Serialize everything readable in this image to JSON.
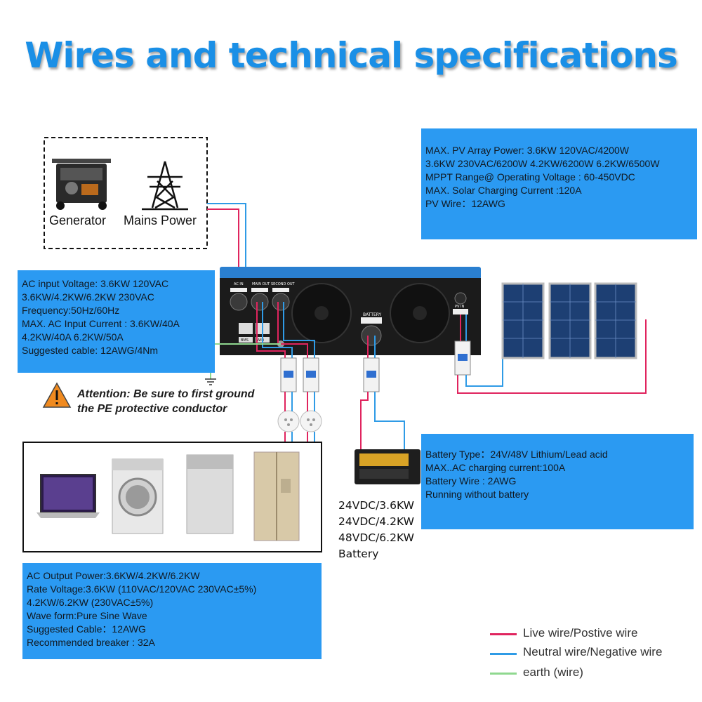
{
  "title": "Wires and technical specifications",
  "sources": {
    "generator_label": "Generator",
    "mains_label": "Mains Power"
  },
  "pv_spec": {
    "lines": [
      "MAX. PV Array Power: 3.6KW 120VAC/4200W",
      "3.6KW 230VAC/6200W 4.2KW/6200W 6.2KW/6500W",
      "MPPT Range@ Operating Voltage  : 60-450VDC",
      "MAX. Solar Charging Current :120A",
      "PV Wire：12AWG"
    ]
  },
  "ac_input_spec": {
    "lines": [
      "AC input Voltage: 3.6KW 120VAC",
      "3.6KW/4.2KW/6.2KW  230VAC",
      "Frequency:50Hz/60Hz",
      "MAX. AC Input Current : 3.6KW/40A",
      "4.2KW/40A  6.2KW/50A",
      "Suggested cable: 12AWG/4Nm"
    ]
  },
  "attention": {
    "line1": "Attention: Be sure to first ground",
    "line2": "the PE protective conductor"
  },
  "battery_spec": {
    "lines": [
      "Battery Type：24V/48V Lithium/Lead acid",
      "MAX..AC charging current:100A",
      "Battery Wire : 2AWG",
      "Running without battery"
    ]
  },
  "battery_options": {
    "lines": [
      "24VDC/3.6KW",
      "24VDC/4.2KW",
      "48VDC/6.2KW",
      "Battery"
    ]
  },
  "ac_output_spec": {
    "lines": [
      "AC Output Power:3.6KW/4.2KW/6.2KW",
      "Rate Voltage:3.6KW (110VAC/120VAC 230VAC±5%)",
      "4.2KW/6.2KW (230VAC±5%)",
      "Wave form:Pure Sine Wave",
      "Suggested Cable：12AWG",
      "Recommended breaker : 32A"
    ]
  },
  "inverter": {
    "ac_in": "AC IN",
    "main_out": "MAIN OUT",
    "second_out": "SECOND OUT",
    "battery": "BATTERY",
    "pv_in": "PV IN",
    "bms": "BMS",
    "wifi": "WiFi"
  },
  "legend": {
    "live": "Live wire/Postive wire",
    "neutral": "Neutral wire/Negative wire",
    "earth": "earth (wire)"
  },
  "colors": {
    "title": "#1a8fe6",
    "spec_box": "#2b9af2",
    "live": "#e0245e",
    "neutral": "#2f9be6",
    "earth": "#8fd88f",
    "inverter_top": "#2a7fd0",
    "inverter_body": "#1b1b1b"
  }
}
